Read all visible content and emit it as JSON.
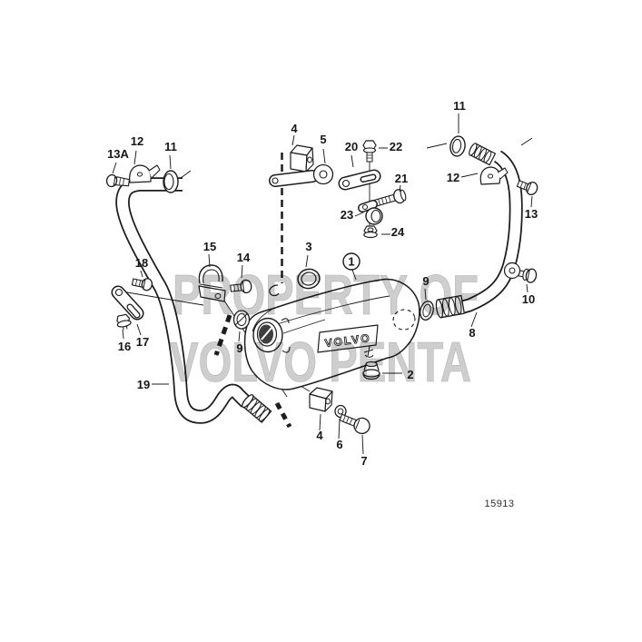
{
  "figure": {
    "type": "exploded-parts-diagram",
    "drawing_number": "15913",
    "muffler_brand": "VOLVO",
    "watermark_line1": "PROPERTY OF",
    "watermark_line2": "VOLVO PENTA"
  },
  "colors": {
    "background": "#ffffff",
    "line": "#1c1c1c",
    "watermark": "#c6c6c6"
  },
  "callouts": {
    "bolt_13a": "13A",
    "clamp_12_left": "12",
    "ring_11_left": "11",
    "rubber_block_4_top": "4",
    "strap_5": "5",
    "bracket_20": "20",
    "bolt_22": "22",
    "bolt_21": "21",
    "clamp_23": "23",
    "nut_24": "24",
    "ring_11_right": "11",
    "clamp_12_right": "12",
    "bolt_13_right": "13",
    "bolt_10": "10",
    "pipe_8": "8",
    "ring_9_right": "9",
    "ring_3": "3",
    "muffler_1": "1",
    "clamp_15": "15",
    "bolt_14": "14",
    "bolt_18": "18",
    "nut_16": "16",
    "strap_17": "17",
    "ring_9_left": "9",
    "pipe_19": "19",
    "plug_2": "2",
    "rubber_block_4_bottom": "4",
    "washer_6": "6",
    "bolt_7": "7"
  }
}
